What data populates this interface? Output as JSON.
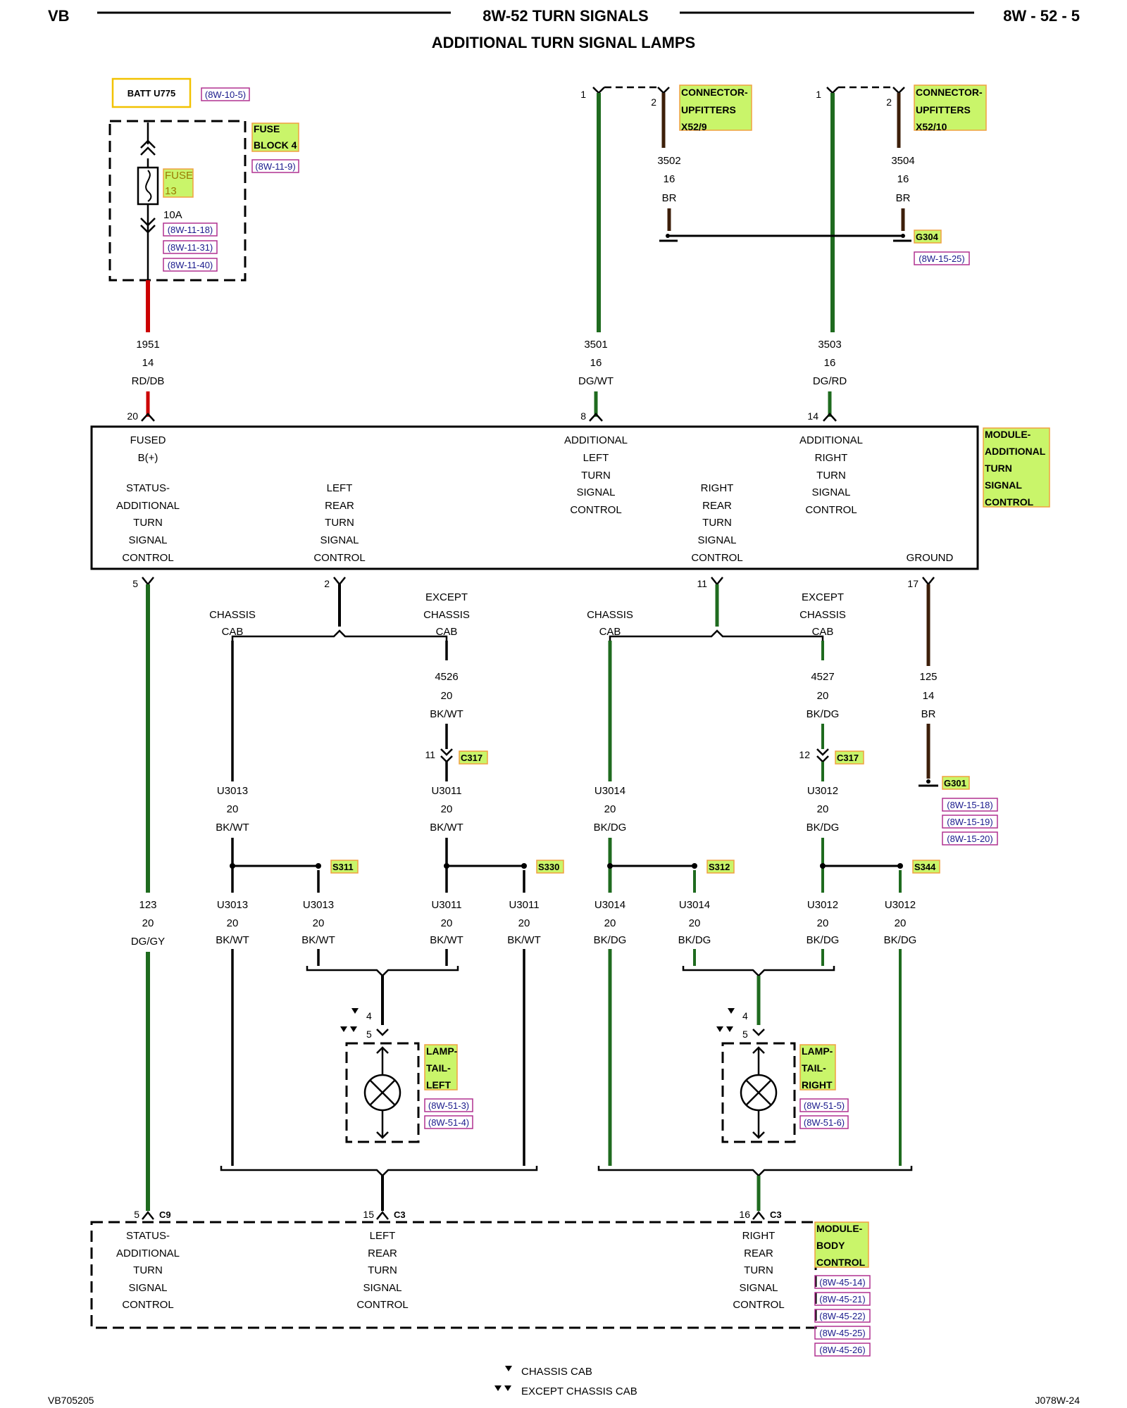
{
  "header": {
    "left": "VB",
    "title": "8W-52 TURN SIGNALS",
    "page": "8W - 52 - 5",
    "subtitle": "ADDITIONAL TURN SIGNAL LAMPS"
  },
  "colors": {
    "red": "#cc0000",
    "green": "#1f6b1f",
    "brown": "#3d1f0a",
    "highlight": "#c9f56a",
    "highlight_border": "#f0a040",
    "ref_border": "#b03090",
    "batt_border": "#f2c200"
  },
  "batt": {
    "label": "BATT U775",
    "ref": "(8W-10-5)"
  },
  "fuse_block": {
    "label1": "FUSE",
    "label2": "BLOCK 4",
    "ref": "(8W-11-9)",
    "fuse_label1": "FUSE",
    "fuse_label2": "13",
    "rating": "10A",
    "refs": [
      "(8W-11-18)",
      "(8W-11-31)",
      "(8W-11-40)"
    ]
  },
  "connectors_top": [
    {
      "label1": "CONNECTOR-",
      "label2": "UPFITTERS",
      "label3": "X52/9",
      "pin1": "1",
      "pin2": "2"
    },
    {
      "label1": "CONNECTOR-",
      "label2": "UPFITTERS",
      "label3": "X52/10",
      "pin1": "1",
      "pin2": "2"
    }
  ],
  "ground_wires_top": [
    {
      "circuit": "3502",
      "gauge": "16",
      "color": "BR"
    },
    {
      "circuit": "3504",
      "gauge": "16",
      "color": "BR"
    }
  ],
  "g304": {
    "label": "G304",
    "ref": "(8W-15-25)"
  },
  "wires_in": [
    {
      "circuit": "1951",
      "gauge": "14",
      "color": "RD/DB",
      "pin": "20"
    },
    {
      "circuit": "3501",
      "gauge": "16",
      "color": "DG/WT",
      "pin": "8"
    },
    {
      "circuit": "3503",
      "gauge": "16",
      "color": "DG/RD",
      "pin": "14"
    }
  ],
  "module_atsc": {
    "name1": "MODULE-",
    "name2": "ADDITIONAL",
    "name3": "TURN",
    "name4": "SIGNAL",
    "name5": "CONTROL",
    "fused1": "FUSED",
    "fused2": "B(+)",
    "status": [
      "STATUS-",
      "ADDITIONAL",
      "TURN",
      "SIGNAL",
      "CONTROL"
    ],
    "left_rear": [
      "LEFT",
      "REAR",
      "TURN",
      "SIGNAL",
      "CONTROL"
    ],
    "add_left": [
      "ADDITIONAL",
      "LEFT",
      "TURN",
      "SIGNAL",
      "CONTROL"
    ],
    "right_rear": [
      "RIGHT",
      "REAR",
      "TURN",
      "SIGNAL",
      "CONTROL"
    ],
    "add_right": [
      "ADDITIONAL",
      "RIGHT",
      "TURN",
      "SIGNAL",
      "CONTROL"
    ],
    "ground": "GROUND",
    "pins_out": [
      "5",
      "2",
      "11",
      "17"
    ]
  },
  "variants": {
    "chassis1": "CHASSIS",
    "chassis2": "CAB",
    "except1": "EXCEPT",
    "except2": "CHASSIS",
    "except3": "CAB"
  },
  "except_wires": [
    {
      "circuit": "4526",
      "gauge": "20",
      "color": "BK/WT",
      "pin": "11",
      "conn": "C317"
    },
    {
      "circuit": "4527",
      "gauge": "20",
      "color": "BK/DG",
      "pin": "12",
      "conn": "C317"
    }
  ],
  "ground_wire_bottom": {
    "circuit": "125",
    "gauge": "14",
    "color": "BR"
  },
  "g301": {
    "label": "G301",
    "refs": [
      "(8W-15-18)",
      "(8W-15-19)",
      "(8W-15-20)"
    ]
  },
  "mid_wires": [
    {
      "circuit": "U3013",
      "gauge": "20",
      "color": "BK/WT"
    },
    {
      "circuit": "U3011",
      "gauge": "20",
      "color": "BK/WT"
    },
    {
      "circuit": "U3014",
      "gauge": "20",
      "color": "BK/DG"
    },
    {
      "circuit": "U3012",
      "gauge": "20",
      "color": "BK/DG"
    }
  ],
  "splices": [
    "S311",
    "S330",
    "S312",
    "S344"
  ],
  "status_wire": {
    "circuit": "123",
    "gauge": "20",
    "color": "DG/GY"
  },
  "low_wires": [
    {
      "circuit": "U3013",
      "gauge": "20",
      "color": "BK/WT"
    },
    {
      "circuit": "U3013",
      "gauge": "20",
      "color": "BK/WT"
    },
    {
      "circuit": "U3011",
      "gauge": "20",
      "color": "BK/WT"
    },
    {
      "circuit": "U3011",
      "gauge": "20",
      "color": "BK/WT"
    },
    {
      "circuit": "U3014",
      "gauge": "20",
      "color": "BK/DG"
    },
    {
      "circuit": "U3014",
      "gauge": "20",
      "color": "BK/DG"
    },
    {
      "circuit": "U3012",
      "gauge": "20",
      "color": "BK/DG"
    },
    {
      "circuit": "U3012",
      "gauge": "20",
      "color": "BK/DG"
    }
  ],
  "lamps": [
    {
      "label1": "LAMP-",
      "label2": "TAIL-",
      "label3": "LEFT",
      "refs": [
        "(8W-51-3)",
        "(8W-51-4)"
      ],
      "pin_a": "4",
      "pin_b": "5"
    },
    {
      "label1": "LAMP-",
      "label2": "TAIL-",
      "label3": "RIGHT",
      "refs": [
        "(8W-51-5)",
        "(8W-51-6)"
      ],
      "pin_a": "4",
      "pin_b": "5"
    }
  ],
  "bcm_pins": [
    {
      "pin": "5",
      "conn": "C9"
    },
    {
      "pin": "15",
      "conn": "C3"
    },
    {
      "pin": "16",
      "conn": "C3"
    }
  ],
  "module_bcm": {
    "name1": "MODULE-",
    "name2": "BODY",
    "name3": "CONTROL",
    "status": [
      "STATUS-",
      "ADDITIONAL",
      "TURN",
      "SIGNAL",
      "CONTROL"
    ],
    "left": [
      "LEFT",
      "REAR",
      "TURN",
      "SIGNAL",
      "CONTROL"
    ],
    "right": [
      "RIGHT",
      "REAR",
      "TURN",
      "SIGNAL",
      "CONTROL"
    ],
    "refs": [
      "(8W-45-14)",
      "(8W-45-21)",
      "(8W-45-22)",
      "(8W-45-25)",
      "(8W-45-26)"
    ]
  },
  "legend": {
    "single": "CHASSIS CAB",
    "double": "EXCEPT CHASSIS CAB"
  },
  "footer": {
    "left": "VB705205",
    "right": "J078W-24"
  }
}
